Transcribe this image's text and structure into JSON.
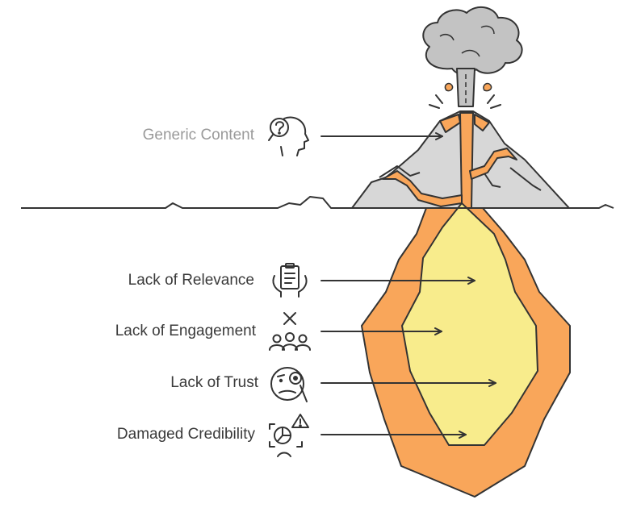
{
  "diagram": {
    "labels": {
      "surface": "Generic Content",
      "layer1": "Lack of Relevance",
      "layer2": "Lack of Engagement",
      "layer3": "Lack of Trust",
      "layer4": "Damaged Credibility"
    },
    "icons": {
      "surface": "question-head-icon",
      "layer1": "document-hands-icon",
      "layer2": "disengaged-group-icon",
      "layer3": "suspicious-face-icon",
      "layer4": "warning-chart-icon"
    },
    "colors": {
      "ash": "#c3c3c3",
      "mountain": "#d7d7d7",
      "lava_outer": "#f9a65a",
      "lava_inner": "#f8ec8c",
      "label_muted": "#9a9a9a",
      "label_dark": "#3a3a3a",
      "outline": "#333333"
    }
  }
}
